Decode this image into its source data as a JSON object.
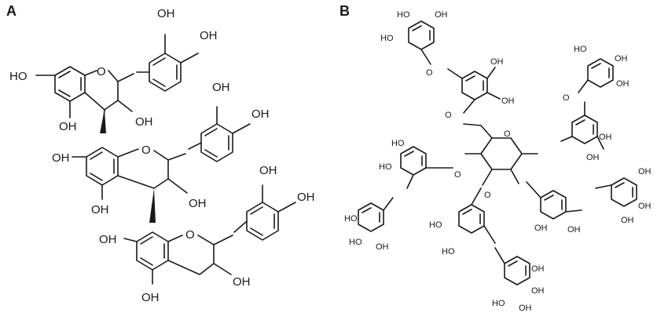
{
  "panels": [
    {
      "label": "A"
    },
    {
      "label": "B"
    }
  ],
  "atoms": {
    "hydroxyl_right": "OH",
    "hydroxyl_left": "HO",
    "ring_oxygen": "O"
  },
  "colors": {
    "ink": "#1a1a1a",
    "background": "#ffffff"
  }
}
